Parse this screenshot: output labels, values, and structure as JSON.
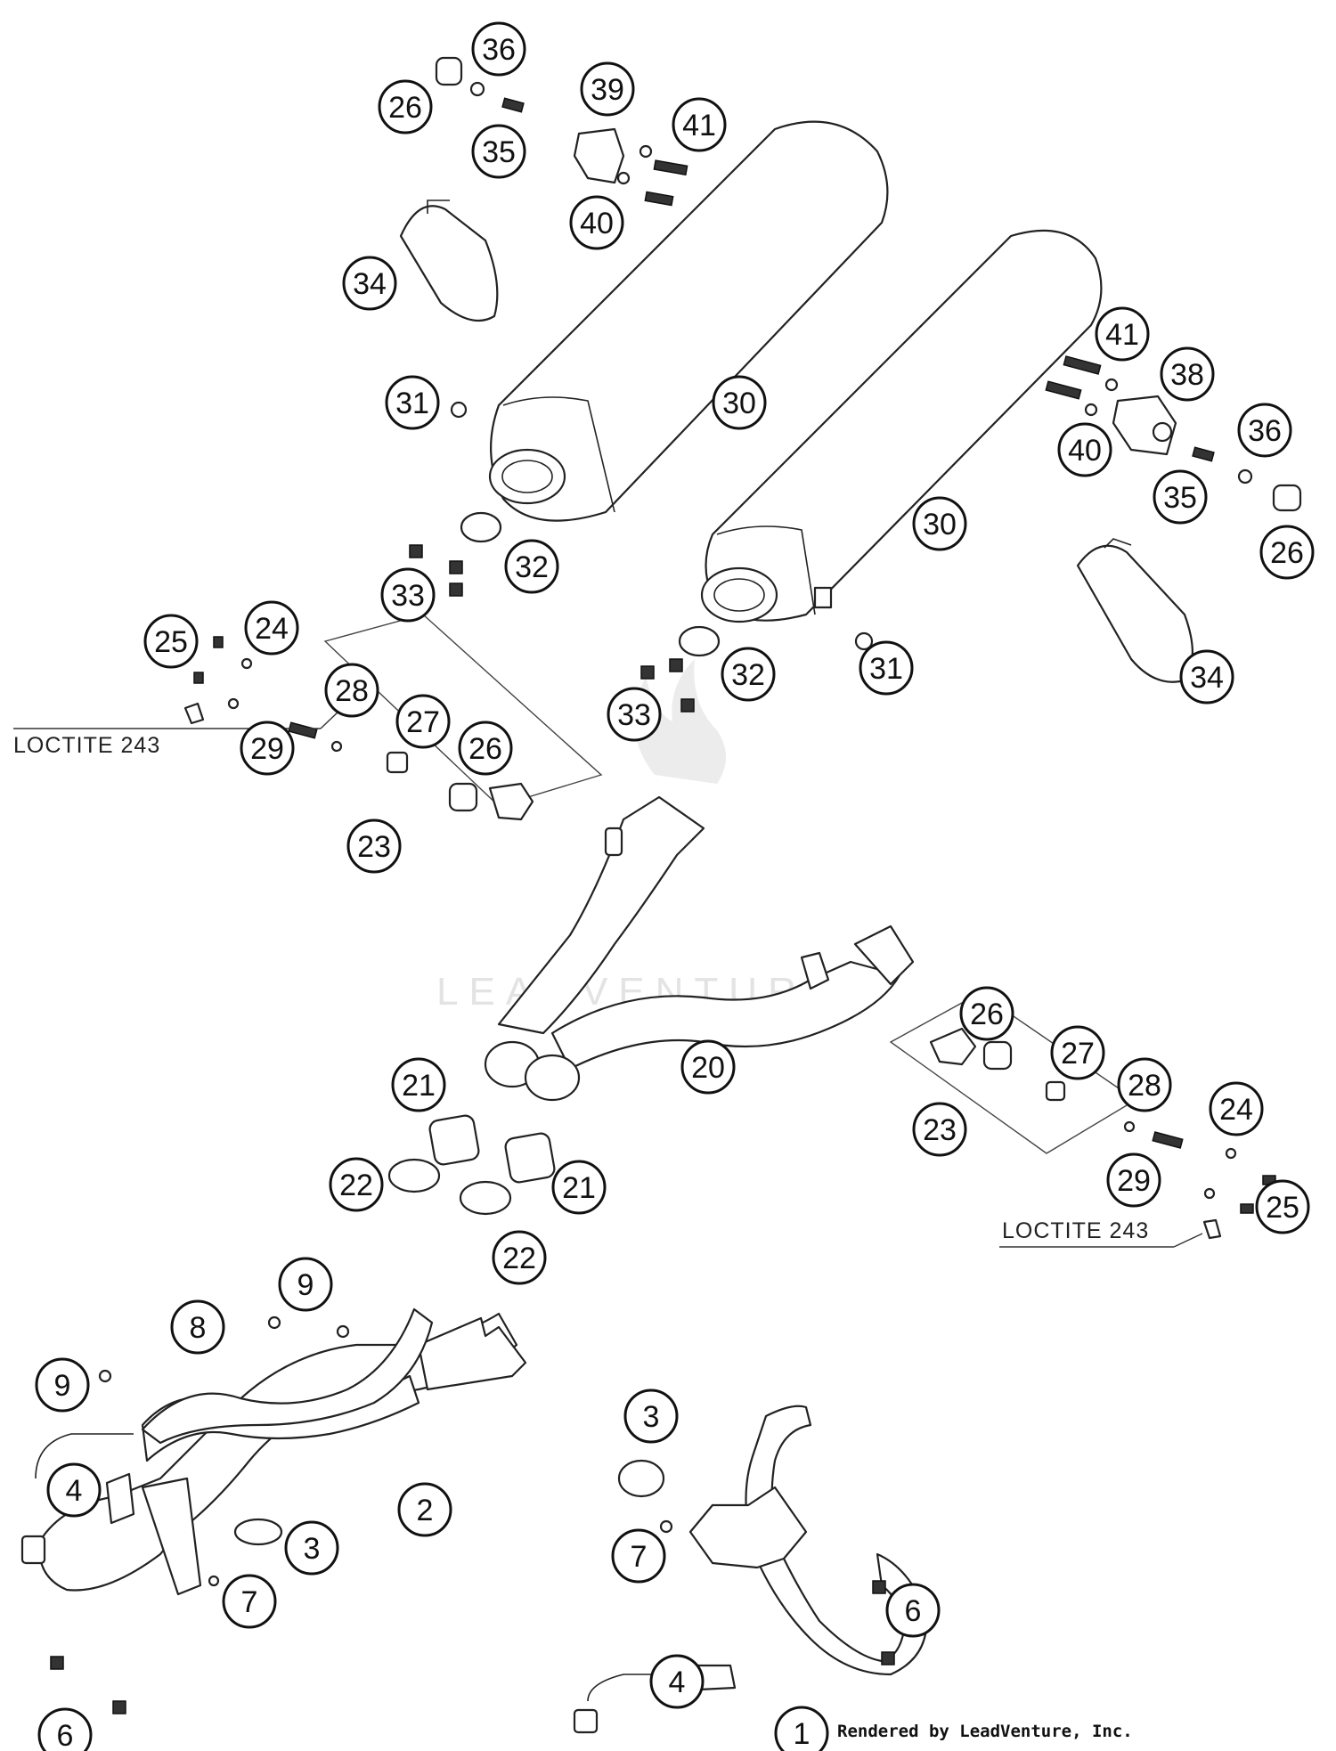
{
  "callouts": [
    "36",
    "26",
    "35",
    "39",
    "41",
    "40",
    "34",
    "31",
    "30",
    "32",
    "33",
    "41",
    "38",
    "36",
    "40",
    "35",
    "30",
    "26",
    "34",
    "25",
    "24",
    "28",
    "27",
    "26",
    "29",
    "23",
    "32",
    "31",
    "33",
    "20",
    "26",
    "27",
    "23",
    "28",
    "24",
    "29",
    "25",
    "21",
    "22",
    "21",
    "22",
    "9",
    "8",
    "9",
    "2",
    "4",
    "3",
    "7",
    "6",
    "3",
    "7",
    "6",
    "4",
    "1"
  ],
  "notes": {
    "loctite_left": "LOCTITE 243",
    "loctite_right": "LOCTITE 243"
  },
  "credit": "Rendered by LeadVenture, Inc.",
  "watermark": "LEADVENTURE"
}
